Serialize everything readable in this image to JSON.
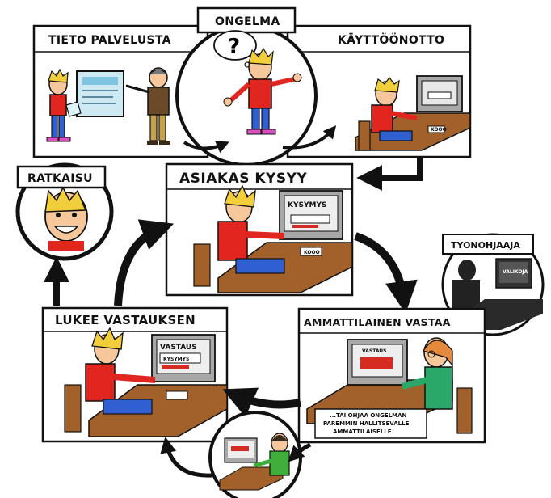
{
  "panels": {
    "tieto_palvelusta": "TIETO PALVELUSTA",
    "ongelma": "ONGELMA",
    "kayttoonotto": "KÄYTTÖÖNOTTO",
    "asiakas_kysyy": "ASIAKAS KYSYY",
    "ratkaisu": "RATKAISU",
    "tyonohjaaja": "TYONOHJAAJA",
    "lukee_vastauksen": "LUKEE VASTAUKSEN",
    "ammattilainen_vastaa": "AMMATTILAINEN VASTAA"
  },
  "screens": {
    "kysymys": "KYSYMYS",
    "vastaus": "VASTAUS",
    "valikoja": "VALIKOJA",
    "kooo": "KOOO"
  },
  "bubbles": {
    "question_mark": "?",
    "referral_line1": "...TAI OHJAA ONGELMAN",
    "referral_line2": "PAREMMIN HALLITSEVALLE",
    "referral_line3": "AMMATTILAISELLE"
  },
  "colors": {
    "outline": "#111111",
    "hair": "#f2cf3a",
    "skin": "#f6c79b",
    "shirt_red": "#e0261f",
    "jeans_blue": "#2f5fd0",
    "desk_brown": "#a2602b",
    "monitor_grey": "#a8a8a8",
    "screen_red": "#d42b22",
    "nurse_green": "#29a86a",
    "helper_green": "#3fae3a",
    "shadow_dark": "#222222"
  }
}
